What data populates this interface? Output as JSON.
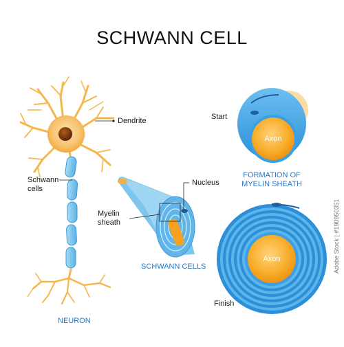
{
  "title": "SCHWANN CELL",
  "labels": {
    "dendrite": "Dendrite",
    "schwann_cells_line1": "Schwann",
    "schwann_cells_line2": "cells",
    "neuron": "NEURON",
    "nucleus": "Nucleus",
    "myelin_sheath_line1": "Myelin",
    "myelin_sheath_line2": "sheath",
    "schwann_cells_caption": "SCHWANN CELLS",
    "start": "Start",
    "axon_top": "Axon",
    "formation_line1": "FORMATION OF",
    "formation_line2": "MYELIN SHEATH",
    "axon_bottom": "Axon",
    "finish": "Finish"
  },
  "watermark": "Adobe Stock | #190950351",
  "colors": {
    "neuron_orange": "#f6b64a",
    "schwann_blue": "#7fc4ec",
    "myelin_dark_blue": "#2c8fd8",
    "axon_orange": "#f7a21e",
    "caption_blue": "#2a78c2"
  }
}
